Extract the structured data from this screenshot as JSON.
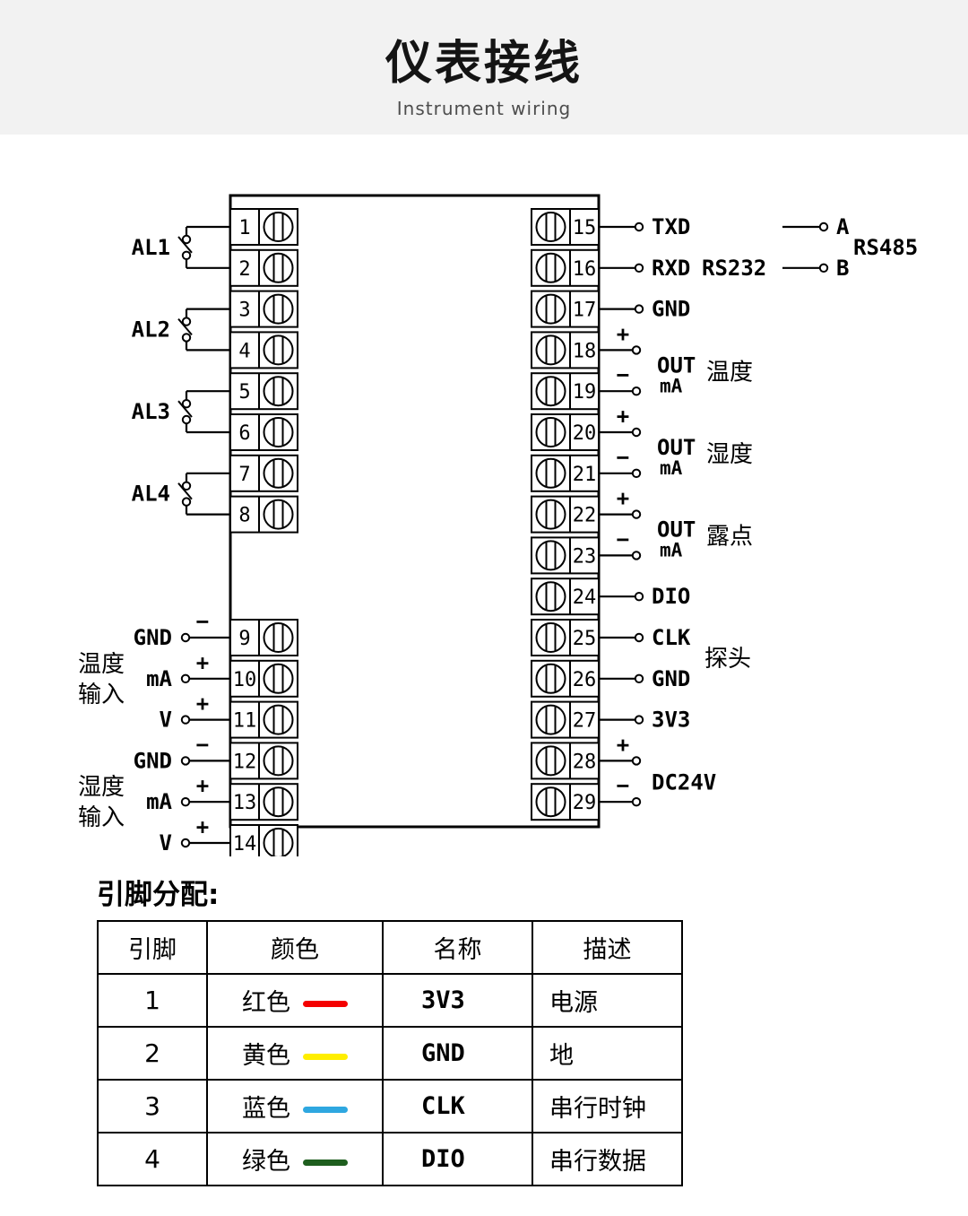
{
  "header": {
    "title": "仪表接线",
    "subtitle": "Instrument wiring"
  },
  "diagram": {
    "alarm_groups": [
      {
        "label": "AL1",
        "top_terminal": 1,
        "bottom_terminal": 2
      },
      {
        "label": "AL2",
        "top_terminal": 3,
        "bottom_terminal": 4
      },
      {
        "label": "AL3",
        "top_terminal": 5,
        "bottom_terminal": 6
      },
      {
        "label": "AL4",
        "top_terminal": 7,
        "bottom_terminal": 8
      }
    ],
    "analog_inputs": [
      {
        "group_label": "温度输入",
        "pins": [
          {
            "terminal": 9,
            "label": "GND",
            "sign": "−"
          },
          {
            "terminal": 10,
            "label": "mA",
            "sign": "+"
          },
          {
            "terminal": 11,
            "label": "V",
            "sign": "+"
          }
        ]
      },
      {
        "group_label": "湿度输入",
        "pins": [
          {
            "terminal": 12,
            "label": "GND",
            "sign": "−"
          },
          {
            "terminal": 13,
            "label": "mA",
            "sign": "+"
          },
          {
            "terminal": 14,
            "label": "V",
            "sign": "+"
          }
        ]
      }
    ],
    "serial": {
      "pins": [
        {
          "terminal": 15,
          "label": "TXD"
        },
        {
          "terminal": 16,
          "label": "RXD"
        },
        {
          "terminal": 17,
          "label": "GND"
        }
      ],
      "rs232_label": "RS232",
      "rs485": {
        "label": "RS485",
        "a_label": "A",
        "b_label": "B"
      }
    },
    "analog_outputs": [
      {
        "plus": 18,
        "minus": 19,
        "out_label": "OUT",
        "unit_label": "mA",
        "name": "温度"
      },
      {
        "plus": 20,
        "minus": 21,
        "out_label": "OUT",
        "unit_label": "mA",
        "name": "湿度"
      },
      {
        "plus": 22,
        "minus": 23,
        "out_label": "OUT",
        "unit_label": "mA",
        "name": "露点"
      }
    ],
    "probe": {
      "pins": [
        {
          "terminal": 24,
          "label": "DIO"
        },
        {
          "terminal": 25,
          "label": "CLK"
        },
        {
          "terminal": 26,
          "label": "GND"
        }
      ],
      "label": "探头"
    },
    "power": {
      "pin_3v3": {
        "terminal": 27,
        "label": "3V3"
      },
      "supply": {
        "plus": 28,
        "minus": 29,
        "label": "DC24V"
      }
    },
    "signs": {
      "plus": "+",
      "minus": "−"
    }
  },
  "pin_table": {
    "heading": "引脚分配:",
    "headers": [
      "引脚",
      "颜色",
      "名称",
      "描述"
    ],
    "rows": [
      {
        "pin": "1",
        "color_name": "红色",
        "color": "#f40000",
        "name": "3V3",
        "desc": "电源"
      },
      {
        "pin": "2",
        "color_name": "黄色",
        "color": "#ffee00",
        "name": "GND",
        "desc": "地"
      },
      {
        "pin": "3",
        "color_name": "蓝色",
        "color": "#2ea7e0",
        "name": "CLK",
        "desc": "串行时钟"
      },
      {
        "pin": "4",
        "color_name": "绿色",
        "color": "#1e5e1e",
        "name": "DIO",
        "desc": "串行数据"
      }
    ]
  }
}
